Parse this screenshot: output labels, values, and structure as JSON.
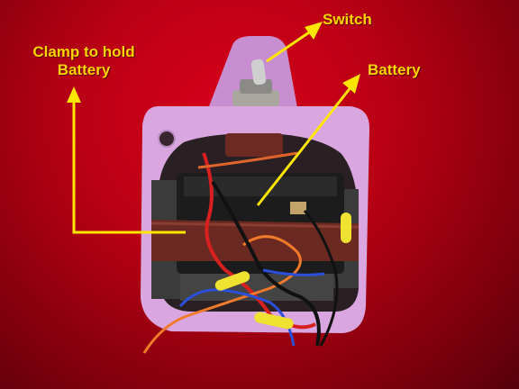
{
  "labels": {
    "switch": "Switch",
    "battery": "Battery",
    "clamp": "Clamp to hold Battery"
  },
  "colors": {
    "background": "#c00016",
    "label": "#ffd400",
    "housing": "#d9a6e0",
    "battery": "#1c1c1c",
    "clamp": "#6a2a22",
    "foam": "#333333"
  }
}
